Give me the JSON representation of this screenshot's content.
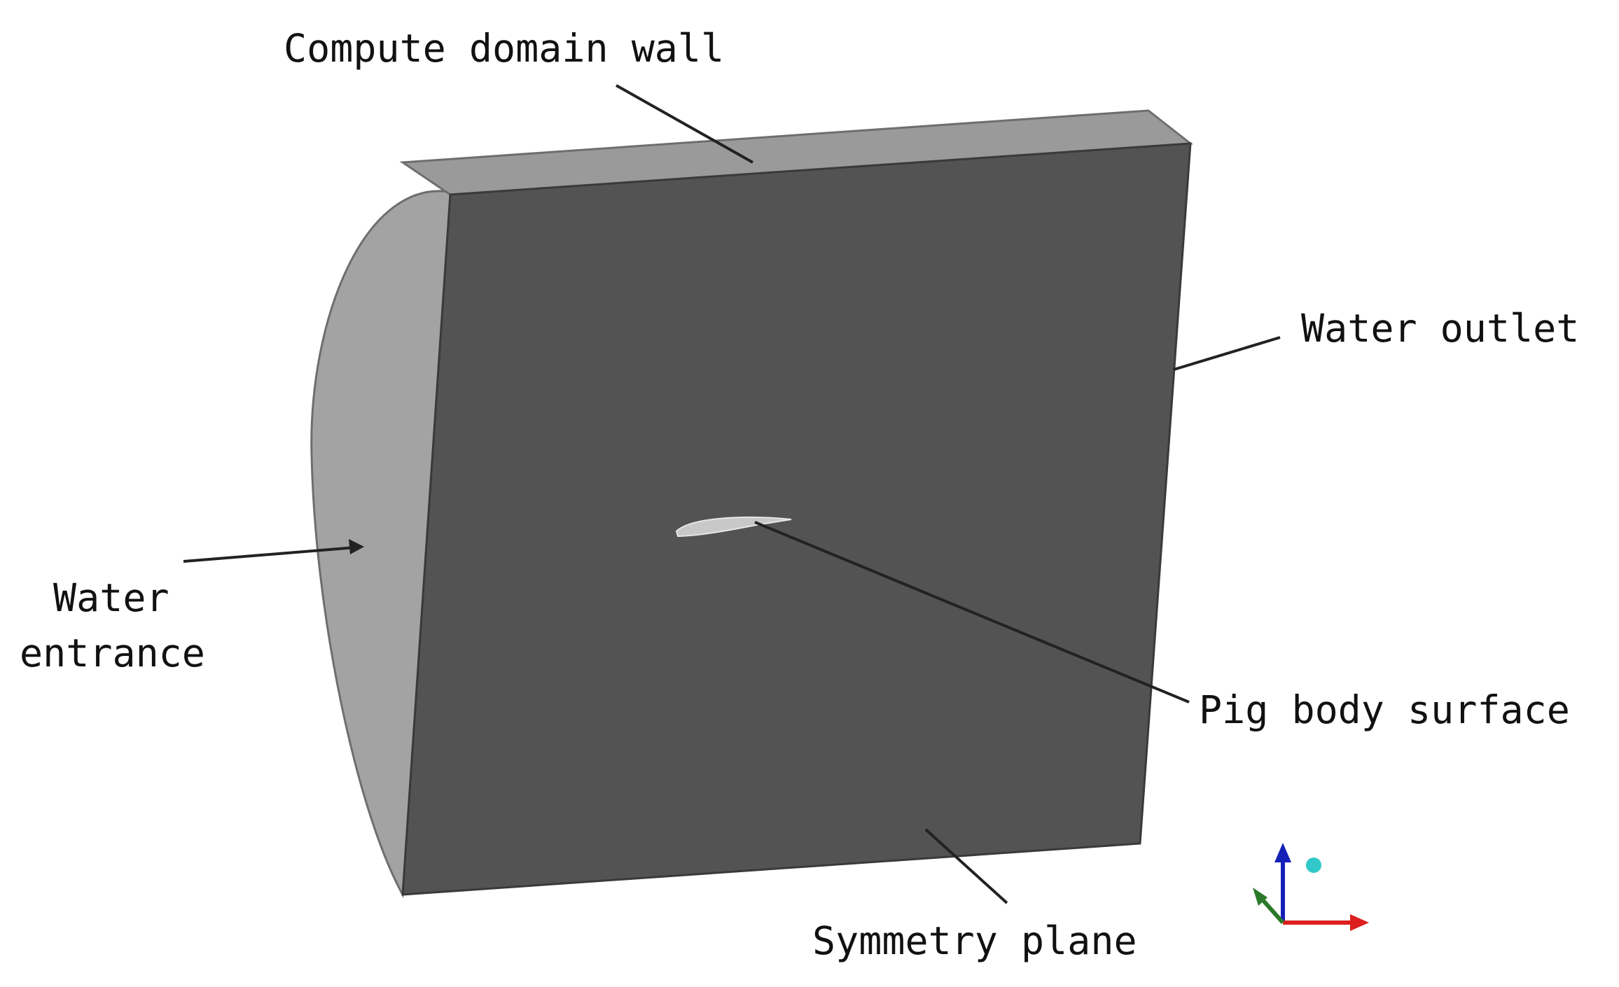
{
  "labels": {
    "compute_domain_wall": "Compute domain wall",
    "water_outlet": "Water outlet",
    "water_entrance_line1": "Water",
    "water_entrance_line2": "entrance",
    "pig_body_surface": "Pig body surface",
    "symmetry_plane": "Symmetry plane"
  },
  "colors": {
    "front_face": "#535353",
    "side_face": "#a3a3a3",
    "top_face": "#9a9a9a",
    "pig_body": "#c8c8c8",
    "leader_line": "#222222",
    "axis_x": "#dd1f1f",
    "axis_y": "#1520b8",
    "axis_z": "#2a7a2a",
    "axis_marker": "#30c8c8"
  },
  "icons": {
    "axis_triad": "xyz-axis-triad-icon"
  }
}
